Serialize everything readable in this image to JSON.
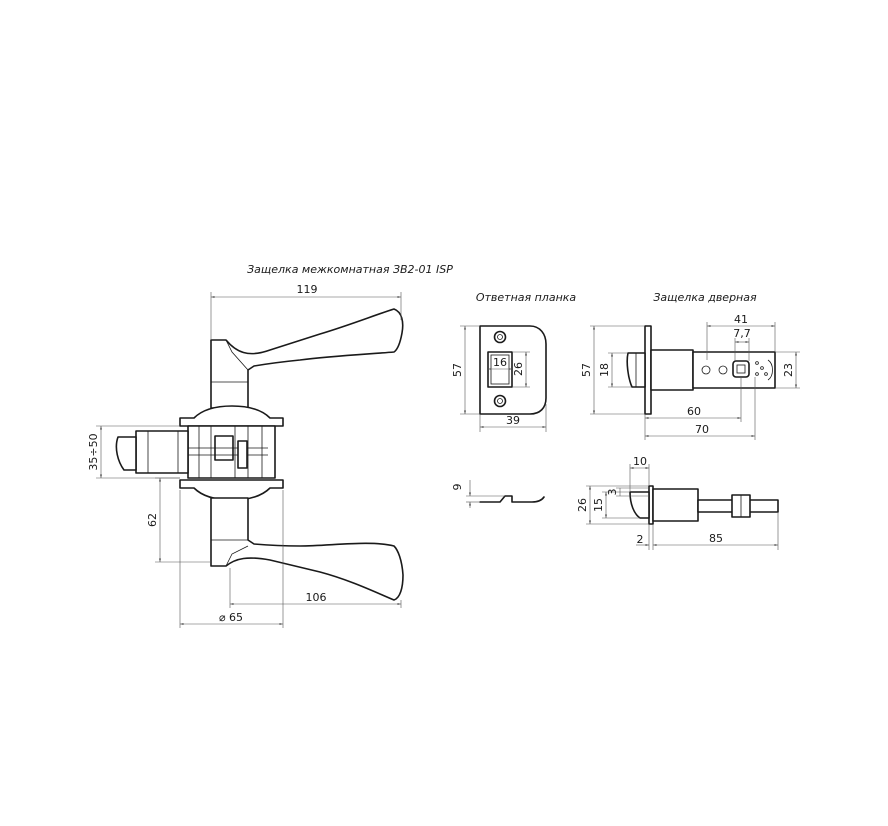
{
  "titles": {
    "main": "Защелка межкомнатная ЗВ2-01 ISP",
    "strike": "Ответная планка",
    "latch": "Защелка дверная"
  },
  "handle_dims": {
    "d119": "119",
    "d35_50": "35÷50",
    "d62": "62",
    "d106": "106",
    "d65": "⌀ 65"
  },
  "strike_dims": {
    "d57": "57",
    "d16": "16",
    "d26": "26",
    "d39": "39",
    "d9": "9"
  },
  "latch_dims": {
    "d41": "41",
    "d7_7": "7,7",
    "d57": "57",
    "d18": "18",
    "d23": "23",
    "d60": "60",
    "d70": "70",
    "d10": "10",
    "d26": "26",
    "d15": "15",
    "d3": "3",
    "d2": "2",
    "d85": "85"
  }
}
